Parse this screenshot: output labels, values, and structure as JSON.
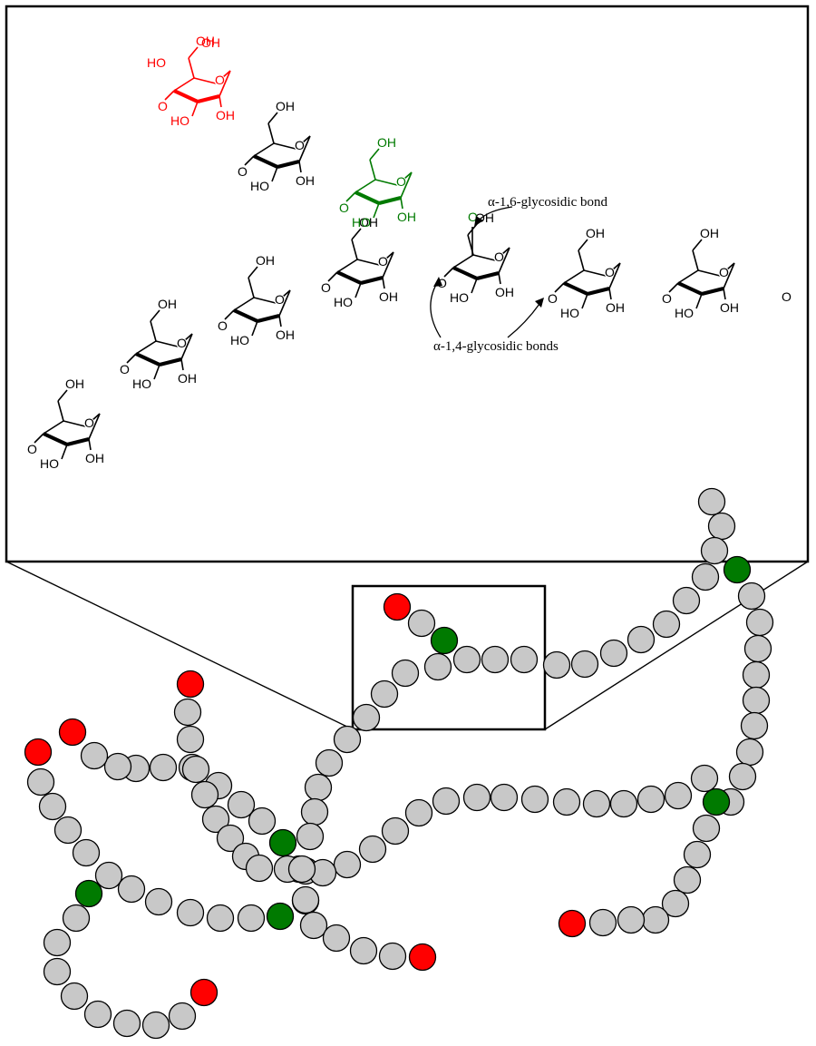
{
  "annotations": {
    "alpha16": "α-1,6-glycosidic bond",
    "alpha14": "α-1,4-glycosidic bonds"
  },
  "atom_labels": {
    "hydroxyl": "OH",
    "hydroxyl_rev": "HO",
    "oxygen": "O"
  },
  "legend_colors": {
    "reducing_end": "#ff0000",
    "branch_point": "#007a00",
    "residue": "#c8c8c8"
  }
}
